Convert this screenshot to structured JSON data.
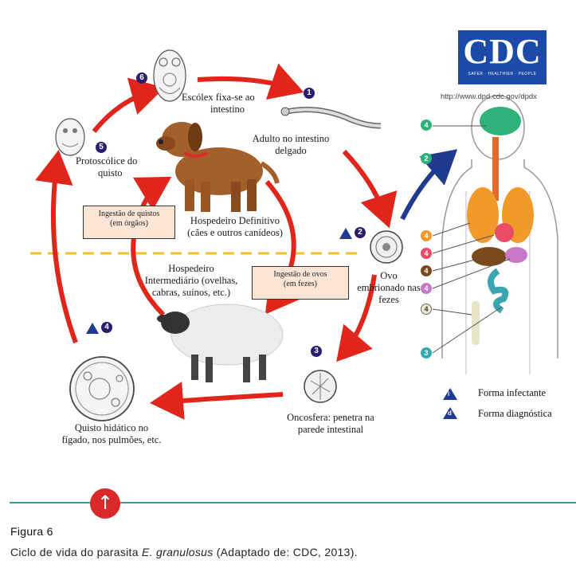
{
  "labels": {
    "scolex": "Escólex fixa-se ao intestino",
    "scolex_l1": "Escólex fixa-se ao",
    "scolex_l2": "intestino",
    "adult_l1": "Adulto no intestino",
    "adult_l2": "delgado",
    "protoscolex_l1": "Protoscólice do",
    "protoscolex_l2": "quisto",
    "definitive_l1": "Hospedeiro Definitivo",
    "definitive_l2": "(cães e outros canídeos)",
    "intermediate_l1": "Hospedeiro",
    "intermediate_l2": "Intermediário (ovelhas,",
    "intermediate_l3": "cabras, suínos, etc.)",
    "egg_l1": "Ovo",
    "egg_l2": "embrionado nas",
    "egg_l3": "fezes",
    "oncosphere_l1": "Oncosfera: penetra na",
    "oncosphere_l2": "parede intestinal",
    "cyst_l1": "Quisto hidático no",
    "cyst_l2": "fígado, nos pulmões, etc."
  },
  "boxes": {
    "cyst_ingestion_l1": "Ingestão de quistos",
    "cyst_ingestion_l2": "(em órgãos)",
    "egg_ingestion_l1": "Ingestão de ovos",
    "egg_ingestion_l2": "(em fezes)"
  },
  "steps": [
    "1",
    "2",
    "3",
    "4",
    "5",
    "6"
  ],
  "organ_markers": [
    "4",
    "2",
    "4",
    "4",
    "4",
    "4",
    "4",
    "3"
  ],
  "legend": {
    "infective_symbol": "i",
    "infective": "Forma infectante",
    "diagnostic_symbol": "d",
    "diagnostic": "Forma diagnóstica"
  },
  "logo": {
    "text": "CDC",
    "tagline": "SAFER · HEALTHIER · PEOPLE",
    "url": "http://www.dpd.cdc.gov/dpdx"
  },
  "figure": {
    "label": "Figura 6",
    "caption_prefix": "Ciclo de vida do parasita ",
    "caption_species": "E. granulosus",
    "caption_suffix": " (Adaptado de: CDC, 2013)."
  },
  "colors": {
    "arrow_red": "#e1251b",
    "arrow_blue": "#1f3a8f",
    "step_circle": "#2b1d6e",
    "teal": "#2aa7a5",
    "dashed_line": "#f0c22a",
    "box_fill": "#fbe6d6",
    "cdc_blue": "#1c4aa8"
  }
}
